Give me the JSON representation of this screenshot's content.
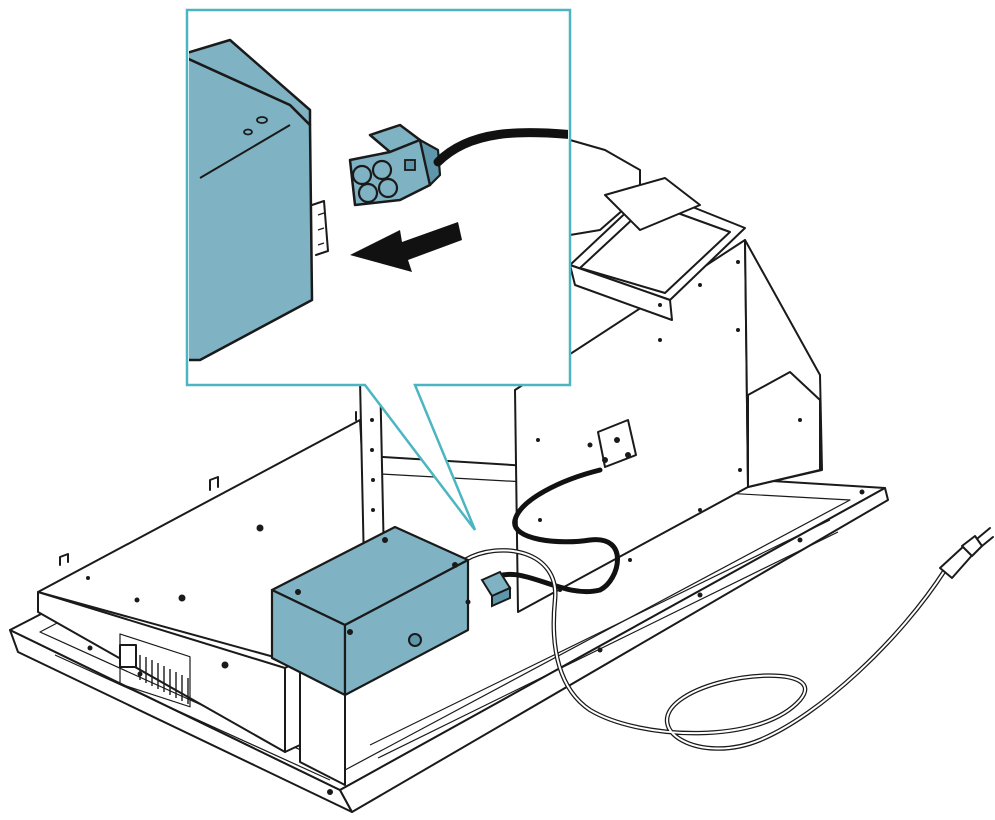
{
  "diagram": {
    "colors": {
      "accent_fill": "#7fb3c4",
      "accent_dark": "#5e97ab",
      "callout_frame": "#4bb6c2",
      "line": "#1a1a1a"
    },
    "parts": [
      {
        "name": "hob-base-plate",
        "icon": "plate-icon"
      },
      {
        "name": "control-box",
        "icon": "box-icon"
      },
      {
        "name": "fan-duct-housing",
        "icon": "duct-icon"
      },
      {
        "name": "power-cable-with-plug",
        "icon": "plug-icon"
      },
      {
        "name": "cable-connector",
        "icon": "connector-icon"
      }
    ],
    "callout": {
      "action_icon": "arrow-left-icon",
      "meaning": "disconnect-connector"
    }
  }
}
